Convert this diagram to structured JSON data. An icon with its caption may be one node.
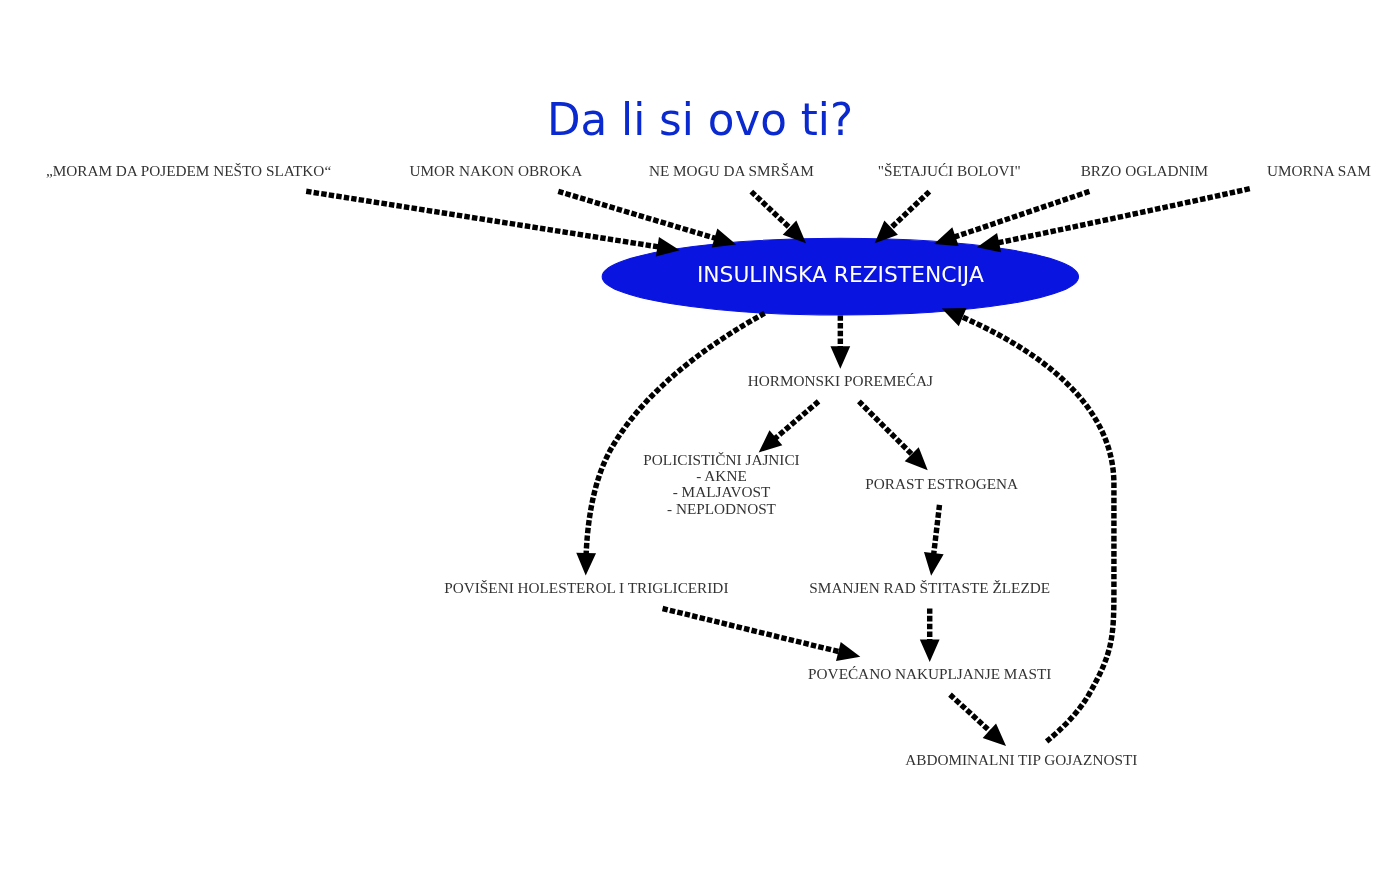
{
  "diagram": {
    "title": "Da li si ovo ti?",
    "nodes": [
      {
        "text": [
          "INSULINSKA REZISTENCIJA"
        ]
      },
      {
        "text": [
          "„MORAM DA POJEDEM NEŠTO SLATKO“"
        ]
      },
      {
        "text": [
          "UMOR NAKON OBROKA"
        ]
      },
      {
        "text": [
          "NE MOGU DA SMRŠAM"
        ]
      },
      {
        "text": [
          "\"ŠETAJUĆI BOLOVI\""
        ]
      },
      {
        "text": [
          "BRZO OGLADNIM"
        ]
      },
      {
        "text": [
          "ABDOMINALNI TIP GOJAZNOSTI"
        ]
      },
      {
        "text": [
          "UMORNA SAM"
        ]
      },
      {
        "text": [
          "POVEĆANO NAKUPLJANJE MASTI"
        ]
      },
      {
        "text": [
          "POVIŠENI HOLESTEROL I TRIGLICERIDI"
        ]
      },
      {
        "text": [
          "HORMONSKI POREMEĆAJ"
        ]
      },
      {
        "text": [
          "SMANJEN RAD ŠTITASTE ŽLEZDE"
        ]
      },
      {
        "text": [
          "POLICISTIČNI JAJNICI",
          "- AKNE",
          "- MALJAVOST",
          "- NEPLODNOST"
        ]
      },
      {
        "text": [
          "PORAST ESTROGENA"
        ]
      }
    ],
    "edges": [
      {
        "from": 1,
        "to": 0,
        "arrow": "to",
        "style": "dashed"
      },
      {
        "from": 2,
        "to": 0,
        "arrow": "to",
        "style": "dashed"
      },
      {
        "from": 3,
        "to": 0,
        "arrow": "to",
        "style": "dashed"
      },
      {
        "from": 4,
        "to": 0,
        "arrow": "to",
        "style": "dashed"
      },
      {
        "from": 5,
        "to": 0,
        "arrow": "to",
        "style": "dashed"
      },
      {
        "from": 6,
        "to": 0,
        "arrow": "to",
        "style": "dashed"
      },
      {
        "from": 7,
        "to": 0,
        "arrow": "to",
        "style": "dashed"
      },
      {
        "from": 0,
        "to": 9,
        "arrow": "to",
        "style": "dashed"
      },
      {
        "from": 0,
        "to": 10,
        "arrow": "to",
        "style": "dashed"
      },
      {
        "from": 9,
        "to": 8,
        "arrow": "to",
        "style": "dashed"
      },
      {
        "from": 8,
        "to": 6,
        "arrow": "to",
        "style": "dashed"
      },
      {
        "from": 11,
        "to": 8,
        "arrow": "to",
        "style": "dashed"
      },
      {
        "from": 10,
        "to": 12,
        "arrow": "to",
        "style": "dashed"
      },
      {
        "from": 10,
        "to": 13,
        "arrow": "to",
        "style": "dashed"
      },
      {
        "from": 13,
        "to": 11,
        "arrow": "to",
        "style": "dashed"
      }
    ]
  }
}
